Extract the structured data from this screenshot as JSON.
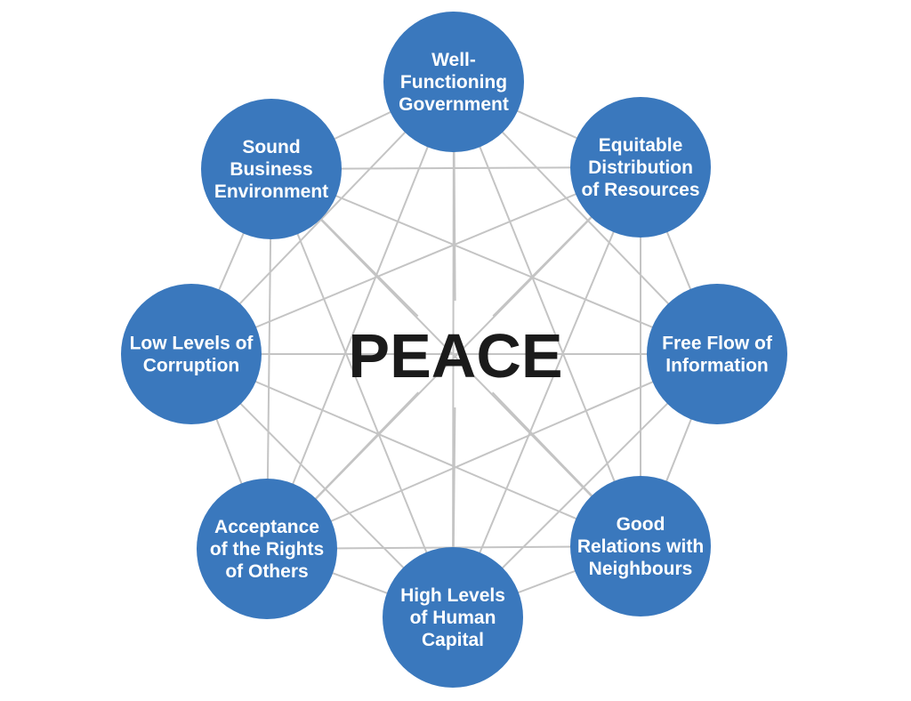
{
  "center_label": "PEACE",
  "colors": {
    "pillar_fill": "#3a78bd",
    "pillar_text": "#ffffff",
    "line": "#c4c4c4",
    "center_text": "#1b1b1b"
  },
  "pillars": [
    {
      "id": "well-functioning-government",
      "lines": [
        "Well-",
        "Functioning",
        "Government"
      ]
    },
    {
      "id": "equitable-distribution-of-resources",
      "lines": [
        "Equitable",
        "Distribution",
        "of Resources"
      ]
    },
    {
      "id": "free-flow-of-information",
      "lines": [
        "Free Flow of",
        "Information"
      ]
    },
    {
      "id": "good-relations-with-neighbours",
      "lines": [
        "Good",
        "Relations with",
        "Neighbours"
      ]
    },
    {
      "id": "high-levels-of-human-capital",
      "lines": [
        "High Levels",
        "of Human",
        "Capital"
      ]
    },
    {
      "id": "acceptance-of-the-rights-of-others",
      "lines": [
        "Acceptance",
        "of the Rights",
        "of Others"
      ]
    },
    {
      "id": "low-levels-of-corruption",
      "lines": [
        "Low Levels of",
        "Corruption"
      ]
    },
    {
      "id": "sound-business-environment",
      "lines": [
        "Sound",
        "Business",
        "Environment"
      ]
    }
  ]
}
